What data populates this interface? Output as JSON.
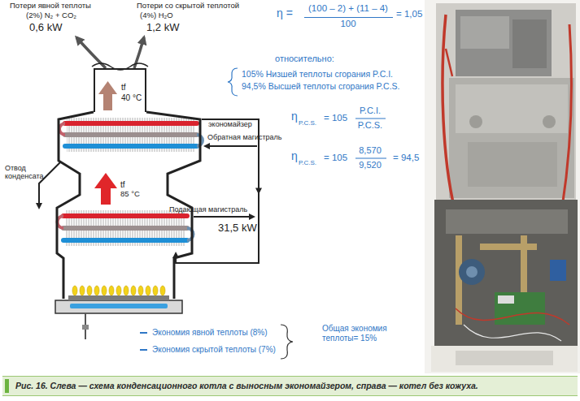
{
  "diagram": {
    "caption": "Рис. 16. Слева — схема конденсационного котла с выносным экономайзером, справа — котел без кожуха.",
    "nodes": [
      {
        "text": [
          "tf",
          "40 °C"
        ]
      },
      {
        "text": [
          "экономайзер"
        ]
      },
      {
        "text": [
          "31,5 kW"
        ]
      }
    ],
    "edges": [
      {
        "from": 1,
        "to": 2,
        "arrow": "to"
      }
    ],
    "labels": [
      "Потери явной теплоты",
      "(2%) N₂ + CO₂",
      "0,6 kW",
      "Потери со скрытой теплотой",
      "(4%) H₂O",
      "1,2 kW",
      "Обратная магистраль",
      "Отвод конденсата",
      "tf",
      "85 °C",
      "Подающая магистраль",
      "Общая экономия теплоты= 15%",
      "η =",
      "(100 – 2) + (11 – 4)",
      "100",
      "= 1,05",
      "относительно:",
      "105% Низшей теплоты сгорания P.C.I.",
      "94,5% Высшей теплоты сгорания P.C.S.",
      "η",
      "P.C.S.",
      "= 105",
      "P.C.I.",
      "P.C.S.",
      "η",
      "P.C.S.",
      "= 105",
      "8,570",
      "9,520",
      "= 94,5"
    ],
    "legend": [
      {
        "text": "Экономия явной теплоты (8%)"
      },
      {
        "text": "Экономия скрытой теплоты (7%)"
      }
    ]
  }
}
